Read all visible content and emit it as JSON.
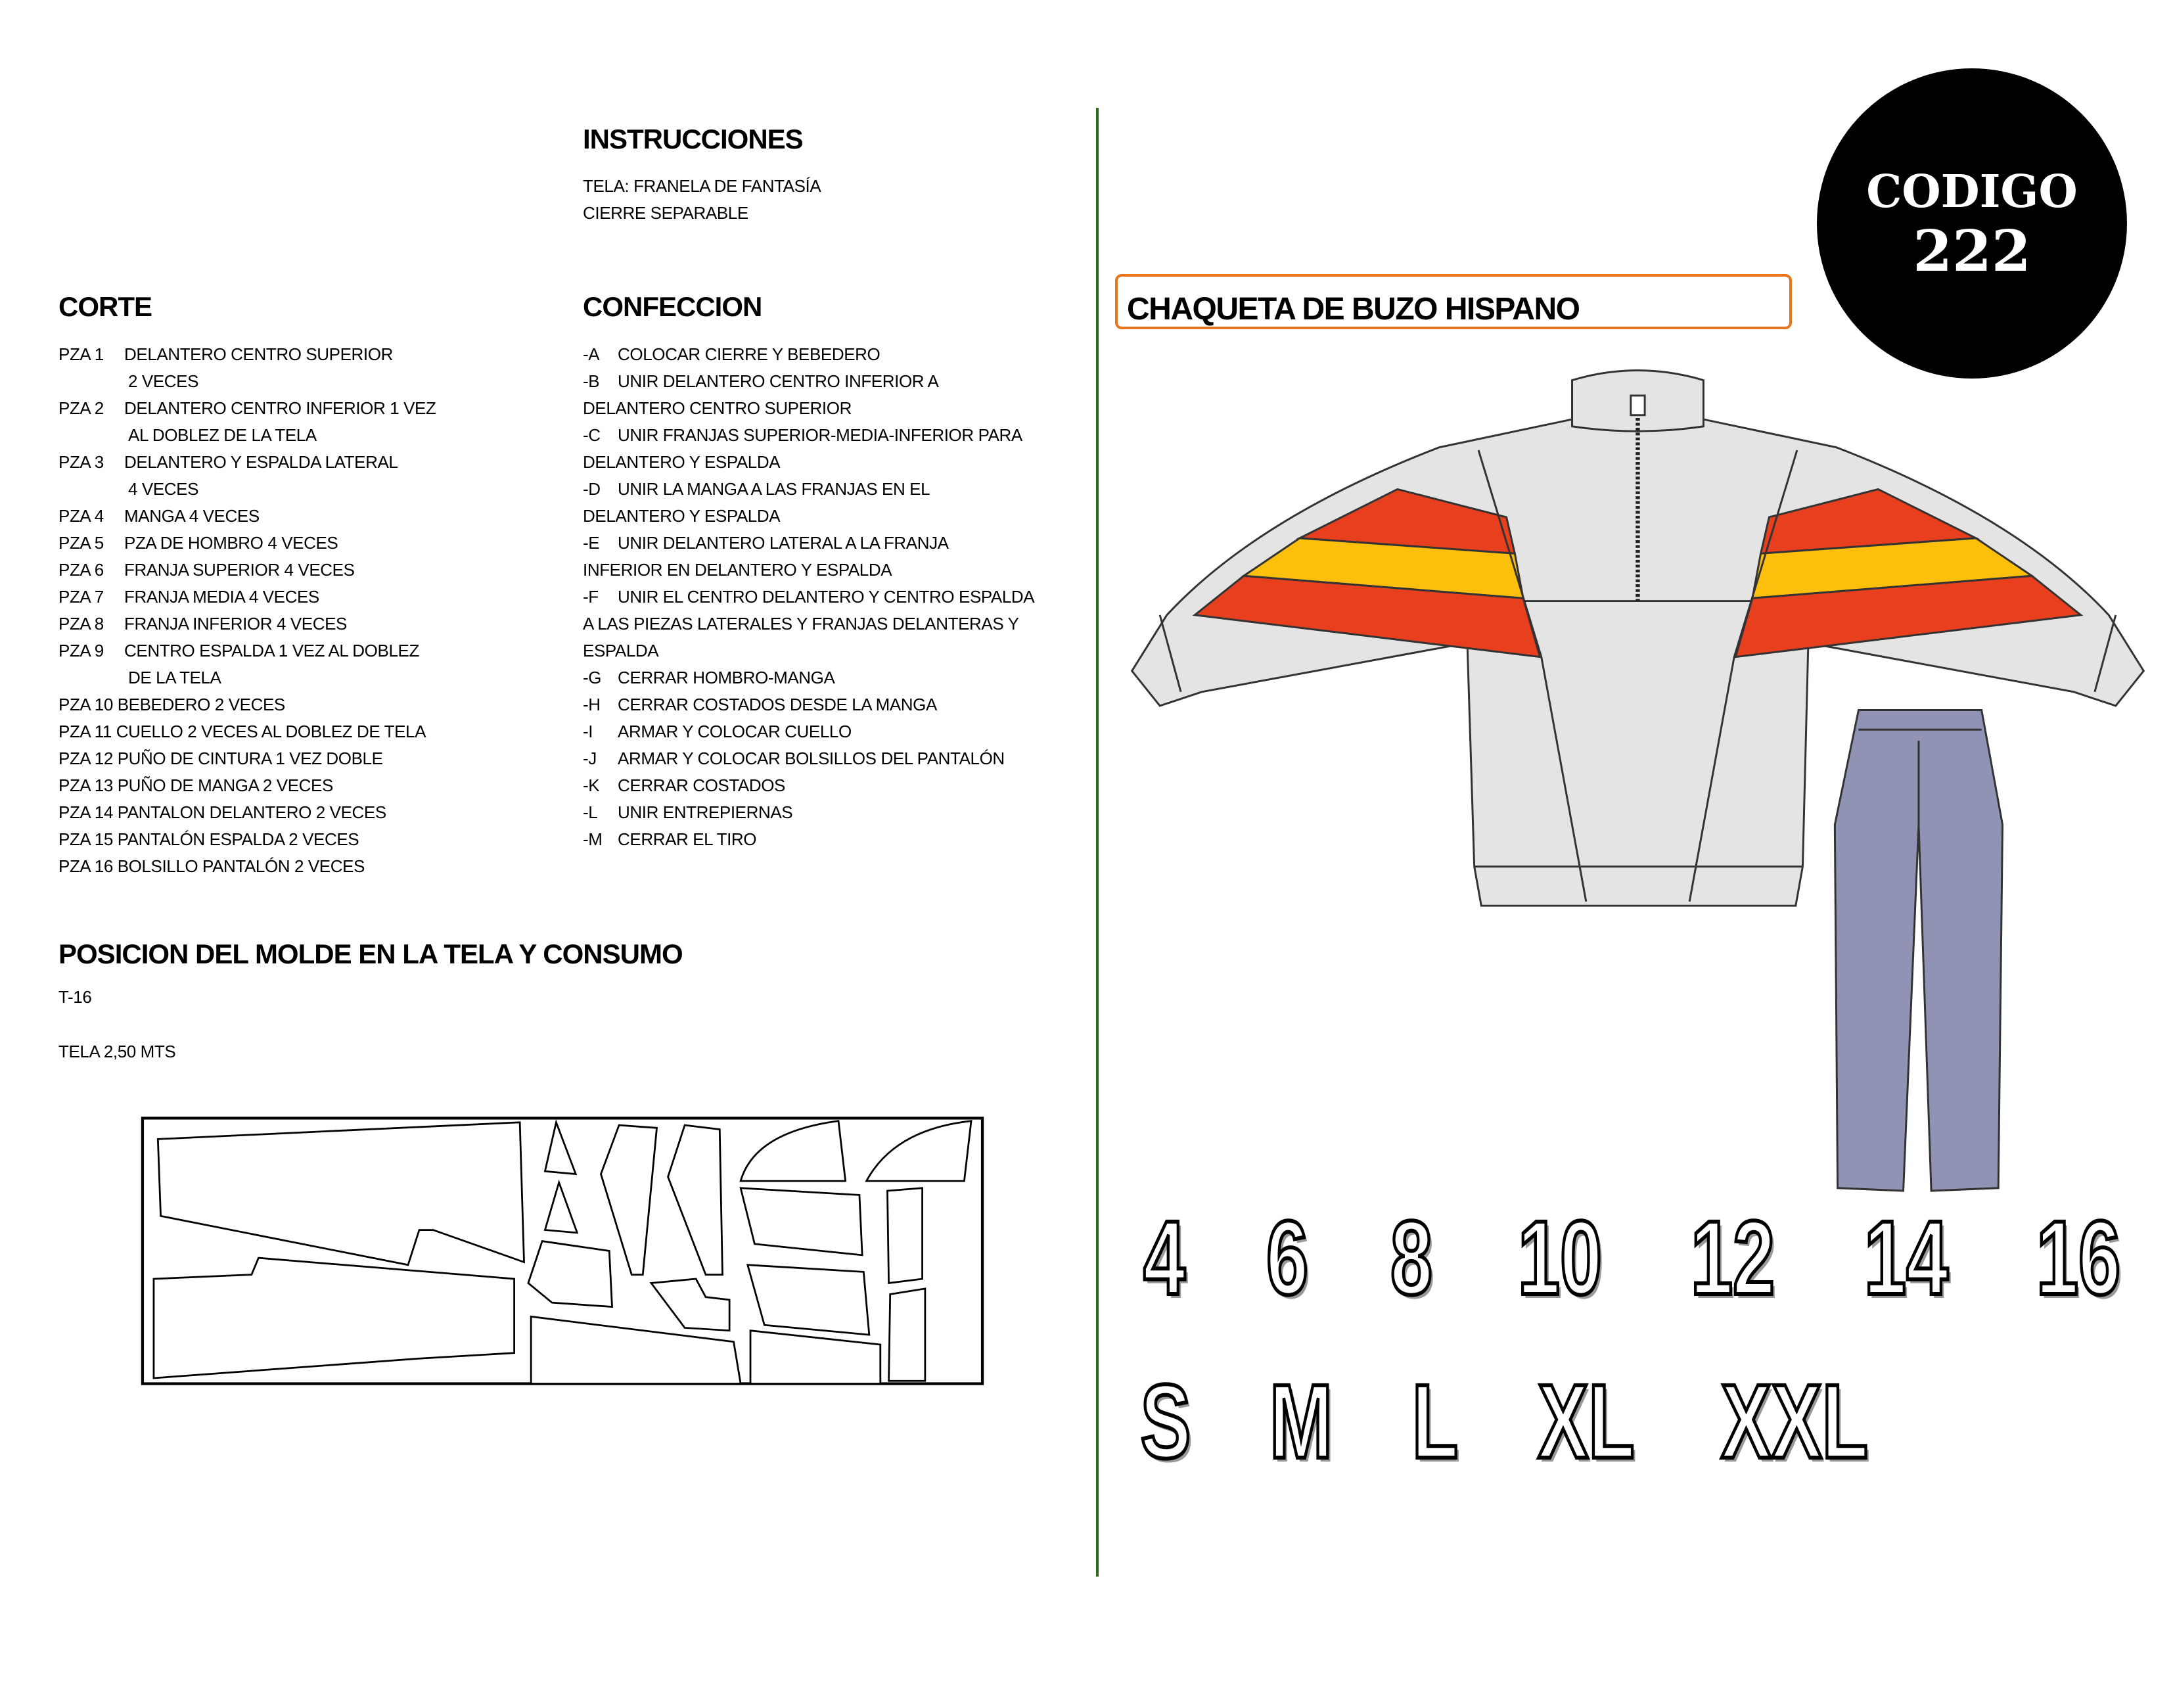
{
  "instrucciones": {
    "heading": "INSTRUCCIONES",
    "tela": "TELA: FRANELA DE FANTASÍA",
    "cierre": "CIERRE SEPARABLE"
  },
  "corte": {
    "heading": "CORTE",
    "lines": [
      {
        "code": "PZA 1",
        "text": "DELANTERO CENTRO SUPERIOR"
      },
      {
        "cont": "2 VECES"
      },
      {
        "code": "PZA 2",
        "text": "DELANTERO CENTRO INFERIOR  1 VEZ"
      },
      {
        "cont": "AL DOBLEZ DE LA TELA"
      },
      {
        "code": "PZA 3",
        "text": "DELANTERO Y ESPALDA LATERAL"
      },
      {
        "cont": "4 VECES"
      },
      {
        "code": "PZA 4",
        "text": "MANGA  4 VECES"
      },
      {
        "code": "PZA 5",
        "text": "PZA DE HOMBRO  4 VECES"
      },
      {
        "code": "PZA 6",
        "text": "FRANJA SUPERIOR  4 VECES"
      },
      {
        "code": "PZA 7",
        "text": "FRANJA MEDIA  4 VECES"
      },
      {
        "code": "PZA 8",
        "text": "FRANJA INFERIOR  4 VECES"
      },
      {
        "code": "PZA 9",
        "text": "CENTRO ESPALDA  1 VEZ AL DOBLEZ"
      },
      {
        "cont": "DE LA TELA"
      },
      {
        "full": "PZA 10 BEBEDERO  2 VECES"
      },
      {
        "full": "PZA 11 CUELLO  2 VECES AL DOBLEZ DE TELA"
      },
      {
        "full": "PZA 12 PUÑO DE CINTURA  1 VEZ DOBLE"
      },
      {
        "full": "PZA 13 PUÑO DE MANGA  2 VECES"
      },
      {
        "full": "PZA 14 PANTALON DELANTERO  2 VECES"
      },
      {
        "full": "PZA 15 PANTALÓN ESPALDA  2 VECES"
      },
      {
        "full": "PZA 16 BOLSILLO PANTALÓN  2 VECES"
      }
    ]
  },
  "confeccion": {
    "heading": "CONFECCION",
    "lines": [
      {
        "code": "-A",
        "text": "COLOCAR CIERRE Y BEBEDERO"
      },
      {
        "code": "-B",
        "text": "UNIR DELANTERO CENTRO INFERIOR A"
      },
      {
        "cont": "DELANTERO CENTRO SUPERIOR"
      },
      {
        "code": "-C",
        "text": "UNIR FRANJAS SUPERIOR-MEDIA-INFERIOR PARA"
      },
      {
        "cont": "DELANTERO Y ESPALDA"
      },
      {
        "code": "-D",
        "text": "UNIR LA MANGA A LAS FRANJAS EN EL"
      },
      {
        "cont": "DELANTERO Y ESPALDA"
      },
      {
        "code": "-E",
        "text": "UNIR DELANTERO LATERAL A LA FRANJA"
      },
      {
        "cont": "INFERIOR EN DELANTERO Y ESPALDA"
      },
      {
        "code": "-F",
        "text": "UNIR EL CENTRO DELANTERO Y CENTRO ESPALDA"
      },
      {
        "cont": "A LAS PIEZAS LATERALES Y FRANJAS DELANTERAS Y"
      },
      {
        "cont": "ESPALDA"
      },
      {
        "code": "-G",
        "text": "CERRAR HOMBRO-MANGA"
      },
      {
        "code": "-H",
        "text": "CERRAR COSTADOS DESDE LA MANGA"
      },
      {
        "code": "-I",
        "text": "ARMAR Y COLOCAR CUELLO"
      },
      {
        "code": "-J",
        "text": "ARMAR Y COLOCAR BOLSILLOS DEL PANTALÓN"
      },
      {
        "code": "-K",
        "text": "CERRAR COSTADOS"
      },
      {
        "code": "-L",
        "text": "UNIR ENTREPIERNAS"
      },
      {
        "code": "-M",
        "text": "CERRAR EL TIRO"
      }
    ]
  },
  "posicion": {
    "heading": "POSICION DEL MOLDE EN LA TELA Y CONSUMO",
    "talla": "T-16",
    "consumo": "TELA  2,50 MTS"
  },
  "product": {
    "title": "CHAQUETA DE BUZO HISPANO",
    "code_label": "CODIGO",
    "code_number": "222"
  },
  "sizes": {
    "numbers": [
      "4",
      "6",
      "8",
      "10",
      "12",
      "14",
      "16"
    ],
    "letters": [
      "S",
      "M",
      "L",
      "XL",
      "XXL"
    ]
  },
  "colors": {
    "title_border": "#e8761e",
    "divider": "#2e6b1f",
    "stripe_red": "#e8401e",
    "stripe_yellow": "#fbbf0c",
    "pants": "#9193b5",
    "jacket": "#e4e4e4"
  }
}
